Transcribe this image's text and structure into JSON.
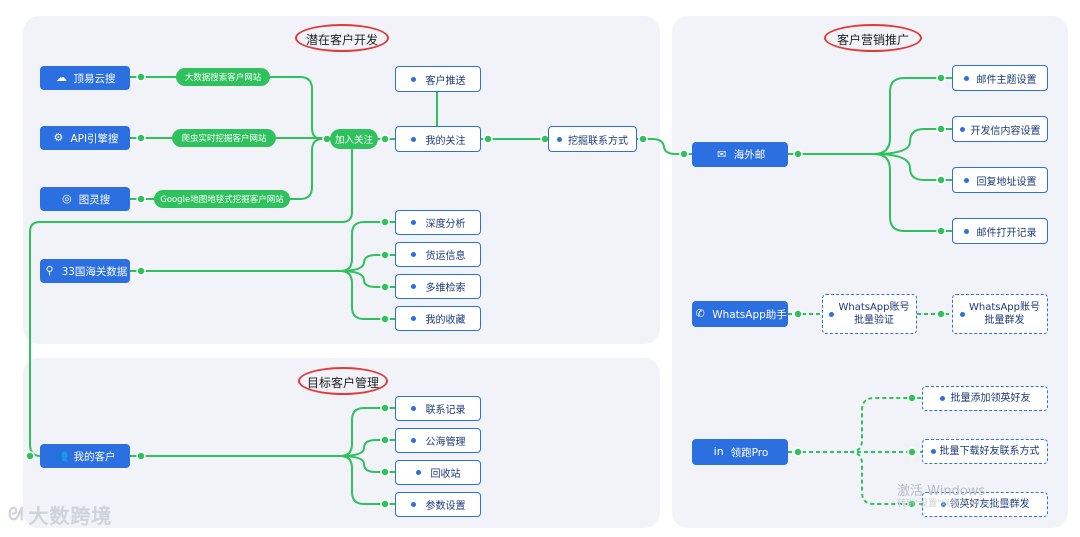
{
  "sections": {
    "prospect": "潜在客户开发",
    "marketing": "客户营销推广",
    "target": "目标客户管理"
  },
  "sources": [
    {
      "label": "顶易云搜",
      "icon": "cloud-search-icon",
      "desc": "大数据搜索客户网站"
    },
    {
      "label": "API引擎搜",
      "icon": "api-engine-icon",
      "desc": "爬虫实时挖掘客户网站"
    },
    {
      "label": "图灵搜",
      "icon": "map-pin-icon",
      "desc": "Google地图地毯式挖掘客户网站"
    }
  ],
  "hub": {
    "join_follow": "加入关注",
    "customer_push": "客户推送",
    "my_follow": "我的关注",
    "mine_contacts": "挖掘联系方式"
  },
  "customs": {
    "label": "33国海关数据",
    "items": [
      "深度分析",
      "货运信息",
      "多维检索",
      "我的收藏"
    ]
  },
  "my_customers": {
    "label": "我的客户",
    "items": [
      "联系记录",
      "公海管理",
      "回收站",
      "参数设置"
    ]
  },
  "mail": {
    "label": "海外邮",
    "items": [
      "邮件主题设置",
      "开发信内容设置",
      "回复地址设置",
      "邮件打开记录"
    ]
  },
  "whatsapp": {
    "label": "WhatsApp助手",
    "verify": [
      "WhatsApp账号",
      "批量验证"
    ],
    "mass": [
      "WhatsApp账号",
      "批量群发"
    ]
  },
  "linkedin": {
    "label": "领跑Pro",
    "items": [
      "批量添加领英好友",
      "批量下载好友联系方式",
      "领英好友批量群发"
    ]
  },
  "watermark": {
    "brand": "大数跨境",
    "windows": "激活 Windows",
    "windows_sub": "转到\"设置\"以激活 Windows。"
  },
  "colors": {
    "primary": "#2c6fe0",
    "green": "#2fc15d",
    "circle": "#e03a3a",
    "panel": "#f1f3f9"
  }
}
